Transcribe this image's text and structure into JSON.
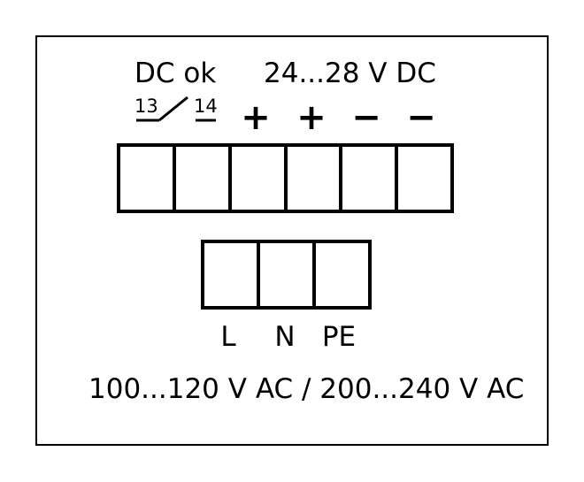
{
  "labels": {
    "dc_ok": "DC ok",
    "dc_range": "24...28 V DC",
    "contact_left": "13",
    "contact_right": "14",
    "plus_1": "+",
    "plus_2": "+",
    "minus_1": "−",
    "minus_2": "−",
    "ac_l": "L",
    "ac_n": "N",
    "ac_pe": "PE",
    "ac_range": "100...120 V AC / 200...240 V AC"
  },
  "top_terminal_count": 6,
  "bottom_terminal_count": 3
}
